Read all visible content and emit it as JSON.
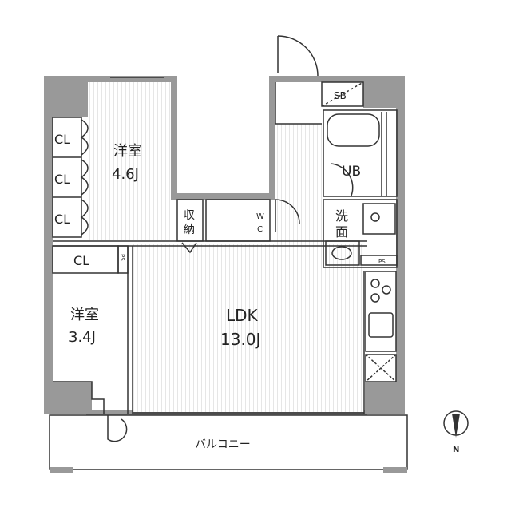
{
  "rooms": {
    "western_room_1": {
      "name": "洋室",
      "size": "4.6J"
    },
    "western_room_2": {
      "name": "洋室",
      "size": "3.4J"
    },
    "ldk": {
      "name": "LDK",
      "size": "13.0J"
    },
    "unit_bath": "UB",
    "wash_1": "洗",
    "wash_2": "面",
    "storage_1": "収",
    "storage_2": "納",
    "wc_1": "W",
    "wc_2": "C",
    "shoe_box": "SB",
    "balcony": "バルコニー"
  },
  "closets": {
    "cl_1": "CL",
    "cl_2": "CL",
    "cl_3": "CL",
    "cl_4": "CL"
  },
  "pipe_space": {
    "ps_1": "PS",
    "ps_2": "PS"
  },
  "compass": {
    "north": "N"
  },
  "colors": {
    "wall": "#999999",
    "line": "#333333",
    "floor_stripe": "#e4e4e4"
  }
}
